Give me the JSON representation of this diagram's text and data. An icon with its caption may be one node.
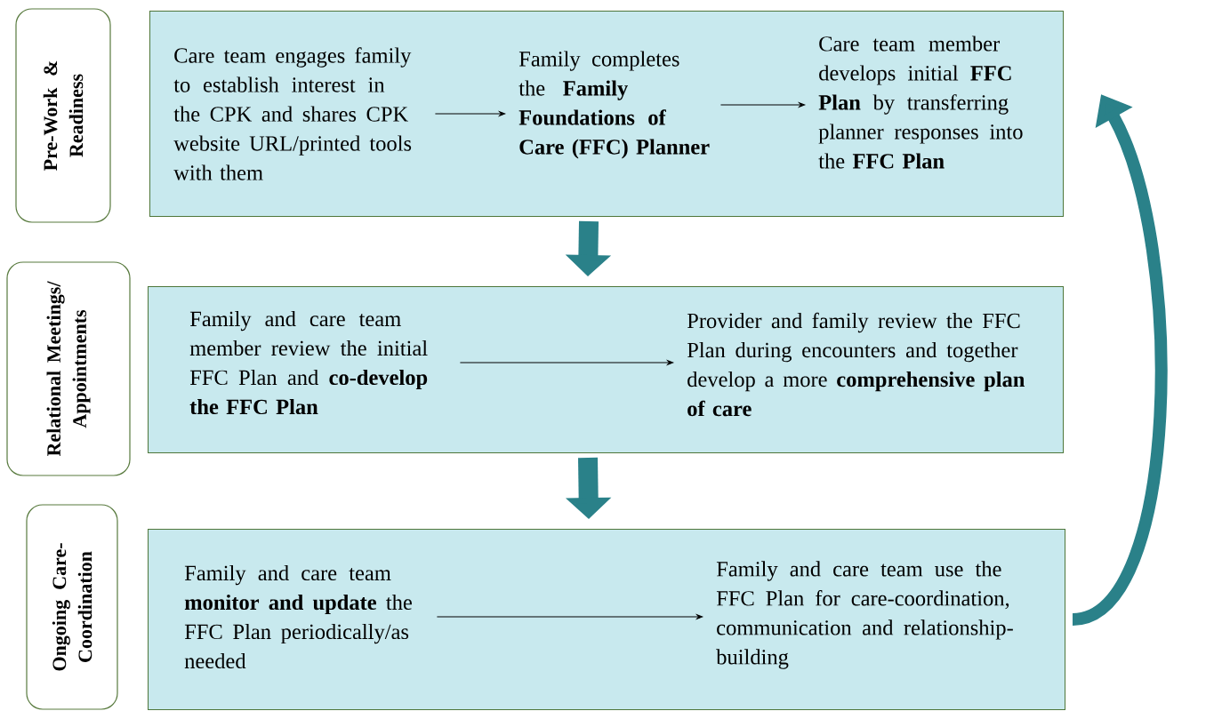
{
  "diagram": {
    "nodes": [
      {
        "text": [
          "Pre-Work & Readiness"
        ]
      },
      {
        "text": [],
        "shape": "box"
      },
      {
        "text": [
          "Care team engages family to establish interest in the CPK and shares CPK website URL/printed tools with them"
        ],
        "in": 1
      },
      {
        "text": [
          "Family completes the **Family Foundations of Care (FFC) Planner**"
        ],
        "in": 1
      },
      {
        "text": [
          "Care team member develops initial **FFC Plan** by transferring planner responses into the **FFC Plan**"
        ],
        "in": 1
      },
      {
        "text": [
          "Relational Meetings/ Appointments"
        ]
      },
      {
        "text": [],
        "shape": "box"
      },
      {
        "text": [
          "Family and care team member review the initial FFC Plan and **co-develop the FFC Plan**"
        ],
        "in": 6
      },
      {
        "text": [
          "Provider and family review the FFC Plan during encounters and together develop a more **comprehensive plan of care**"
        ],
        "in": 6
      },
      {
        "text": [
          "Ongoing Care- Coordination"
        ]
      },
      {
        "text": [],
        "shape": "box"
      },
      {
        "text": [
          "Family and care team **monitor and update** the FFC Plan periodically/as needed"
        ],
        "in": 10
      },
      {
        "text": [
          "Family and care team use the FFC Plan for care-coordination, communication and relationship-building"
        ],
        "in": 10
      }
    ],
    "edges": [
      {
        "from": 2,
        "to": 3,
        "arrow": "to"
      },
      {
        "from": 3,
        "to": 4,
        "arrow": "to"
      },
      {
        "from": 7,
        "to": 8,
        "arrow": "to"
      },
      {
        "from": 11,
        "to": 12,
        "arrow": "to"
      },
      {
        "from": 1,
        "to": 6,
        "arrow": "to",
        "style": "thick",
        "color": "#2a8189"
      },
      {
        "from": 6,
        "to": 10,
        "arrow": "to",
        "style": "thick",
        "color": "#2a8189"
      },
      {
        "from": 10,
        "to": 1,
        "arrow": "to",
        "style": "thick",
        "color": "#2a8189"
      }
    ]
  }
}
